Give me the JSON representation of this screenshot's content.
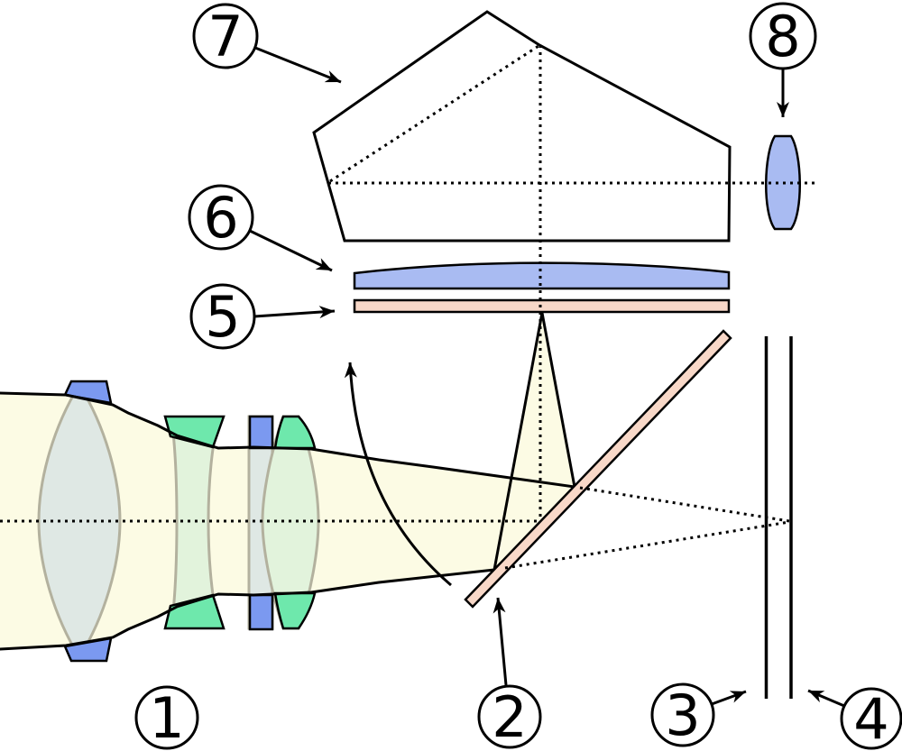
{
  "diagram": {
    "labels": {
      "l1": "1",
      "l2": "2",
      "l3": "3",
      "l4": "4",
      "l5": "5",
      "l6": "6",
      "l7": "7",
      "l8": "8"
    },
    "colors": {
      "background": "#ffffff",
      "pentaprism": "#d7f3fb",
      "condenser_lens": "#a9bbf2",
      "eyepiece_lens": "#a9bbf2",
      "focusing_screen": "#f8d8c8",
      "mirror": "#f8d8c8",
      "beam": "#fcfbe4",
      "mount_blue": "#7b99f0",
      "mount_green": "#6ee8ac",
      "glass_gray": "#dfe8e4",
      "glass_green": "#e2f3dc",
      "glass_outline": "#b3b19e",
      "outline": "#000000"
    }
  }
}
